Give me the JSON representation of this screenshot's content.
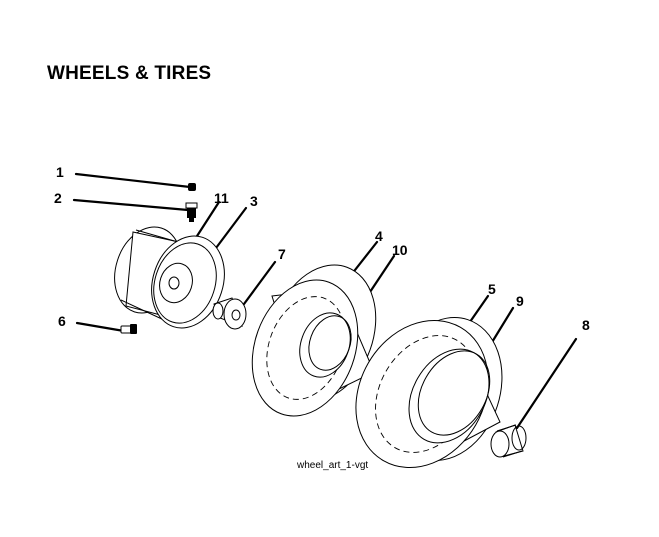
{
  "title": "WHEELS & TIRES",
  "caption": "wheel_art_1-vgt",
  "callouts": [
    "1",
    "2",
    "11",
    "3",
    "7",
    "4",
    "10",
    "5",
    "9",
    "8",
    "6"
  ]
}
